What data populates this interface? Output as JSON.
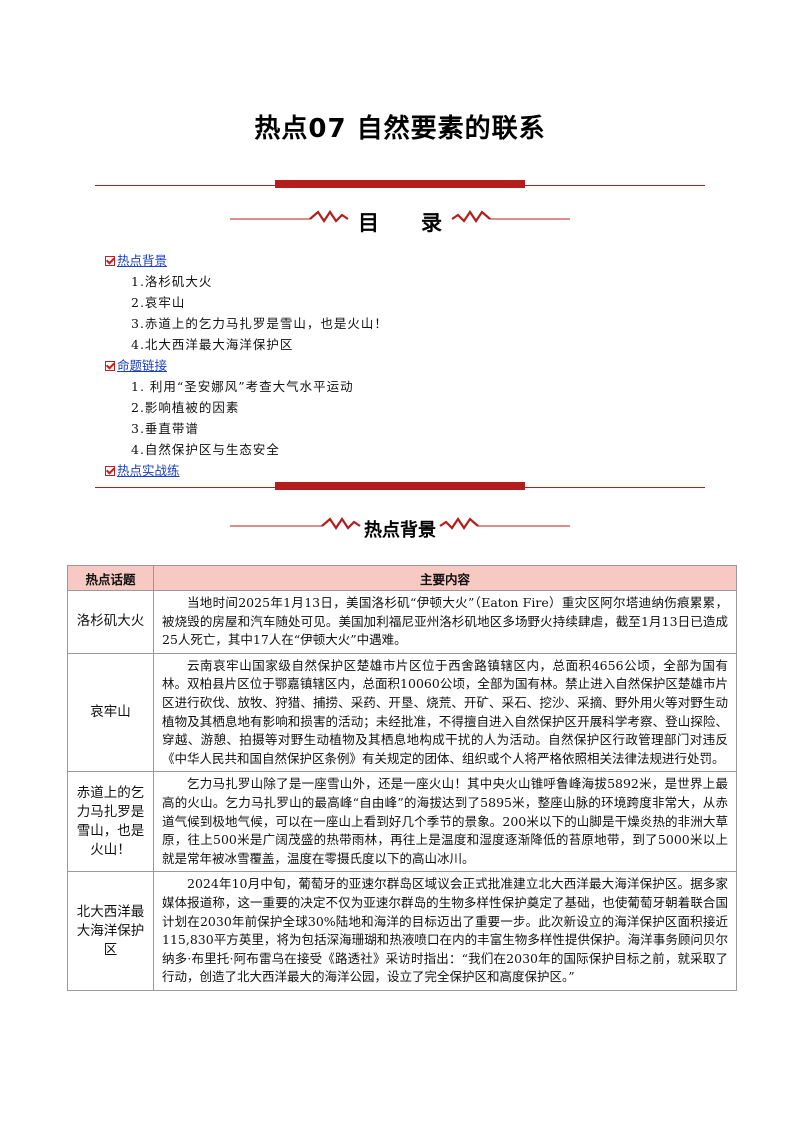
{
  "title": "热点07  自然要素的联系",
  "toc_heading": "目　　录",
  "toc": [
    {
      "type": "head",
      "label": "热点背景"
    },
    {
      "type": "sub",
      "label": "1.洛杉矶大火"
    },
    {
      "type": "sub",
      "label": "2.哀牢山"
    },
    {
      "type": "sub",
      "label": "3.赤道上的乞力马扎罗是雪山，也是火山！"
    },
    {
      "type": "sub",
      "label": "4.北大西洋最大海洋保护区"
    },
    {
      "type": "head",
      "label": "命题链接"
    },
    {
      "type": "sub",
      "label": "1. 利用“圣安娜风”考查大气水平运动"
    },
    {
      "type": "sub",
      "label": "2.影响植被的因素"
    },
    {
      "type": "sub",
      "label": "3.垂直带谱"
    },
    {
      "type": "sub",
      "label": "4.自然保护区与生态安全"
    },
    {
      "type": "head",
      "label": "热点实战练"
    }
  ],
  "section_heading": "热点背景",
  "table": {
    "headers": [
      "热点话题",
      "主要内容"
    ],
    "rows": [
      {
        "topic": "洛杉矶大火",
        "content": "当地时间2025年1月13日，美国洛杉矶“伊顿大火”（Eaton Fire）重灾区阿尔塔迪纳伤痕累累，被烧毁的房屋和汽车随处可见。美国加利福尼亚州洛杉矶地区多场野火持续肆虐，截至1月13日已造成25人死亡，其中17人在“伊顿大火”中遇难。"
      },
      {
        "topic": "哀牢山",
        "content": "云南哀牢山国家级自然保护区楚雄市片区位于西舍路镇辖区内，总面积4656公顷，全部为国有林。双柏县片区位于鄂嘉镇辖区内，总面积10060公顷，全部为国有林。禁止进入自然保护区楚雄市片区进行砍伐、放牧、狩猎、捕捞、采药、开垦、烧荒、开矿、采石、挖沙、采摘、野外用火等对野生动植物及其栖息地有影响和损害的活动；未经批准，不得擅自进入自然保护区开展科学考察、登山探险、穿越、游憩、拍摄等对野生动植物及其栖息地构成干扰的人为活动。自然保护区行政管理部门对违反《中华人民共和国自然保护区条例》有关规定的团体、组织或个人将严格依照相关法律法规进行处罚。"
      },
      {
        "topic": "赤道上的乞力马扎罗是雪山，也是火山！",
        "content": "乞力马扎罗山除了是一座雪山外，还是一座火山！其中央火山锥呼鲁峰海拔5892米，是世界上最高的火山。乞力马扎罗山的最高峰“自由峰”的海拔达到了5895米，整座山脉的环境跨度非常大，从赤道气候到极地气候，可以在一座山上看到好几个季节的景象。200米以下的山脚是干燥炎热的非洲大草原，往上500米是广阔茂盛的热带雨林，再往上是温度和湿度逐渐降低的苔原地带，到了5000米以上就是常年被冰雪覆盖，温度在零摄氏度以下的高山冰川。"
      },
      {
        "topic": "北大西洋最大海洋保护区",
        "content": "2024年10月中旬，葡萄牙的亚速尔群岛区域议会正式批准建立北大西洋最大海洋保护区。据多家媒体报道称，这一重要的决定不仅为亚速尔群岛的生物多样性保护奠定了基础，也使葡萄牙朝着联合国计划在2030年前保护全球30%陆地和海洋的目标迈出了重要一步。此次新设立的海洋保护区面积接近115,830平方英里，将为包括深海珊瑚和热液喷口在内的丰富生物多样性提供保护。海洋事务顾问贝尔纳多·布里托·阿布雷乌在接受《路透社》采访时指出：“我们在2030年的国际保护目标之前，就采取了行动，创造了北大西洋最大的海洋公园，设立了完全保护区和高度保护区。”"
      }
    ]
  },
  "colors": {
    "accent": "#b51c1c",
    "header_bg": "#f7c9c2",
    "link": "#1a3fc4"
  }
}
